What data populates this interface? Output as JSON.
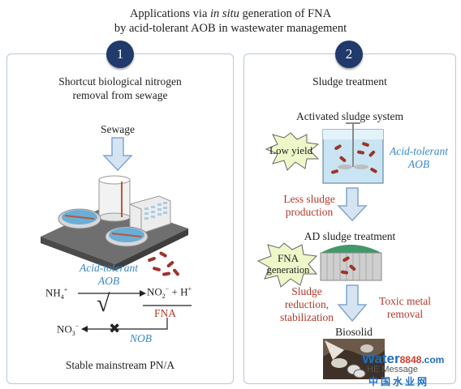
{
  "title": {
    "line1_prefix": "Applications via",
    "line1_italic": "in situ",
    "line1_suffix": "generation of FNA",
    "line2": "by acid-tolerant AOB in wastewater management"
  },
  "panel1": {
    "number": "1",
    "heading_line1": "Shortcut biological nitrogen",
    "heading_line2": "removal from sewage",
    "sewage_label": "Sewage",
    "aob_label_line1": "Acid-tolerant",
    "aob_label_line2": "AOB",
    "nh4": "NH",
    "nh4_sub": "4",
    "nh4_sup": "+",
    "no2": "NO",
    "no2_sub": "2",
    "no2_sup": "−",
    "plus_h": "+ H",
    "h_sup": "+",
    "fna": "FNA",
    "no3": "NO",
    "no3_sub": "3",
    "no3_sup": "−",
    "nob_label": "NOB",
    "check_mark": "√",
    "cross_mark": "✖",
    "footer": "Stable mainstream PN/A"
  },
  "panel2": {
    "number": "2",
    "heading": "Sludge treatment",
    "activated_label": "Activated sludge system",
    "low_yield": "Low yield",
    "aob_label_line1": "Acid-tolerant",
    "aob_label_line2": "AOB",
    "less_sludge_line1": "Less sludge",
    "less_sludge_line2": "production",
    "ad_label": "AD sludge treatment",
    "fna_gen_line1": "FNA",
    "fna_gen_line2": "generation",
    "sludge_red_line1": "Sludge",
    "sludge_red_line2": "reduction,",
    "sludge_red_line3": "stabilization",
    "toxic_line1": "Toxic metal",
    "toxic_line2": "removal",
    "biosolid": "Biosolid"
  },
  "watermark": {
    "water": "Water",
    "num": "8848",
    "dotcom": ".com",
    "message": "HE Message",
    "chinese": "中国水业网"
  },
  "colors": {
    "badge": "#1f3a6b",
    "panel_border": "#b8c8dc",
    "arrow_fill": "#d6e4f2",
    "arrow_stroke": "#7fa6d1",
    "blue_text": "#3a87c8",
    "red_text": "#b03a2a",
    "starburst": "#eef7c8"
  }
}
